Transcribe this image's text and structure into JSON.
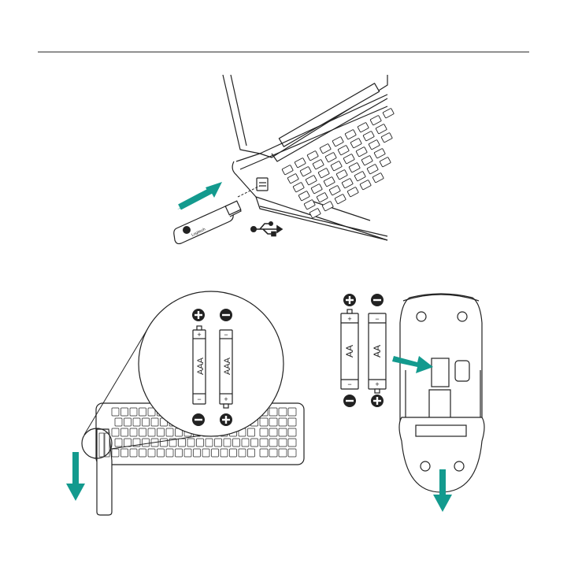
{
  "colors": {
    "accent": "#139a8e",
    "line": "#222222",
    "paper": "#ffffff"
  },
  "icons": [
    "usb-icon",
    "plus-circle-icon",
    "minus-circle-icon",
    "arrow-icon"
  ],
  "receiver": {
    "brand_text": "Logitech"
  },
  "keyboard_batteries": {
    "battery1": {
      "label": "AAA",
      "top_sign": "+",
      "bottom_sign": "−"
    },
    "battery2": {
      "label": "AAA",
      "top_sign": "−",
      "bottom_sign": "+"
    }
  },
  "mouse_batteries": {
    "battery1": {
      "label": "AA",
      "top_sign": "+",
      "bottom_sign": "−"
    },
    "battery2": {
      "label": "AA",
      "top_sign": "−",
      "bottom_sign": "+"
    }
  }
}
